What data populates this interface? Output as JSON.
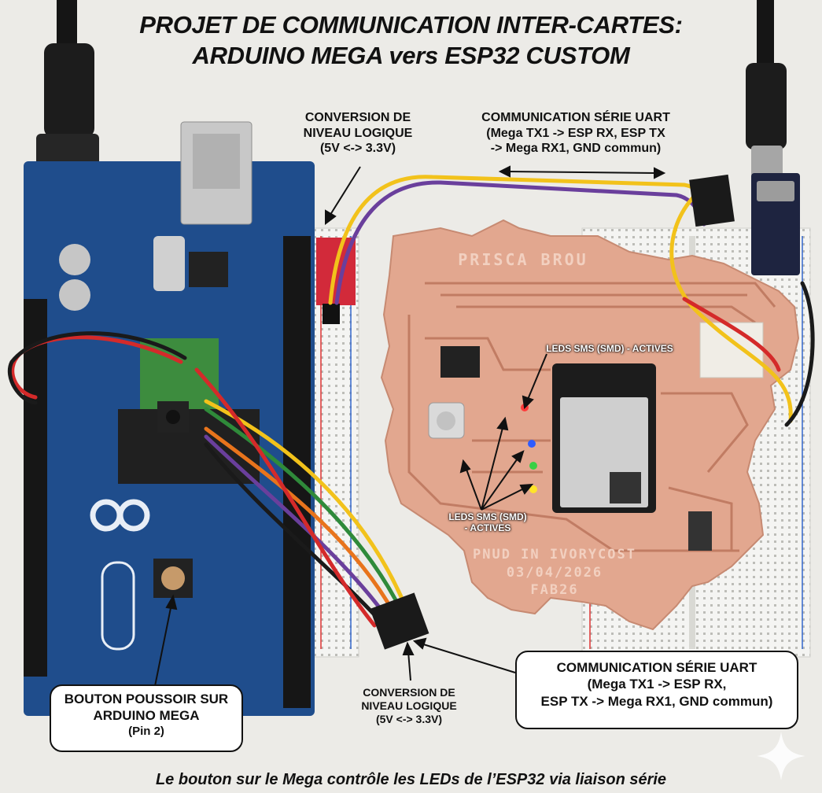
{
  "title": {
    "line1": "PROJET DE COMMUNICATION INTER-CARTES:",
    "line2": "ARDUINO MEGA vers ESP32 CUSTOM"
  },
  "labels": {
    "level_top": [
      "CONVERSION DE",
      "NIVEAU LOGIQUE",
      "(5V <-> 3.3V)"
    ],
    "uart_top": [
      "COMMUNICATION SÉRIE UART",
      "(Mega TX1 -> ESP RX, ESP TX",
      "-> Mega RX1, GND commun)"
    ],
    "leds_top": [
      "LEDS SMS (SMD) - ACTIVES"
    ],
    "leds_bottom": [
      "LEDS SMS (SMD)",
      "- ACTIVES"
    ],
    "level_bottom": [
      "CONVERSION DE",
      "NIVEAU LOGIQUE",
      "(5V <-> 3.3V)"
    ],
    "button_box": [
      "BOUTON POUSSOIR SUR",
      "ARDUINO MEGA",
      "(Pin 2)"
    ],
    "uart_box": [
      "COMMUNICATION SÉRIE UART",
      "(Mega TX1 -> ESP RX,",
      "ESP TX -> Mega RX1, GND commun)"
    ]
  },
  "pcb": {
    "name": "PRISCA BROU",
    "line1": "PNUD IN IVORYCOST",
    "line2": "03/04/2026",
    "line3": "FAB26"
  },
  "caption": "Le bouton sur le Mega contrôle les LEDs de l’ESP32 via liaison série",
  "colors": {
    "background": "#eeece8",
    "arduino_board": "#1f4d8c",
    "pcb_copper": "#e0a58c",
    "wire_yellow": "#f2c21b",
    "wire_purple": "#6a3f9c",
    "wire_red": "#d42a2a",
    "wire_orange": "#e8741c",
    "wire_green": "#2f8a3a",
    "wire_black": "#1a1a1a"
  }
}
